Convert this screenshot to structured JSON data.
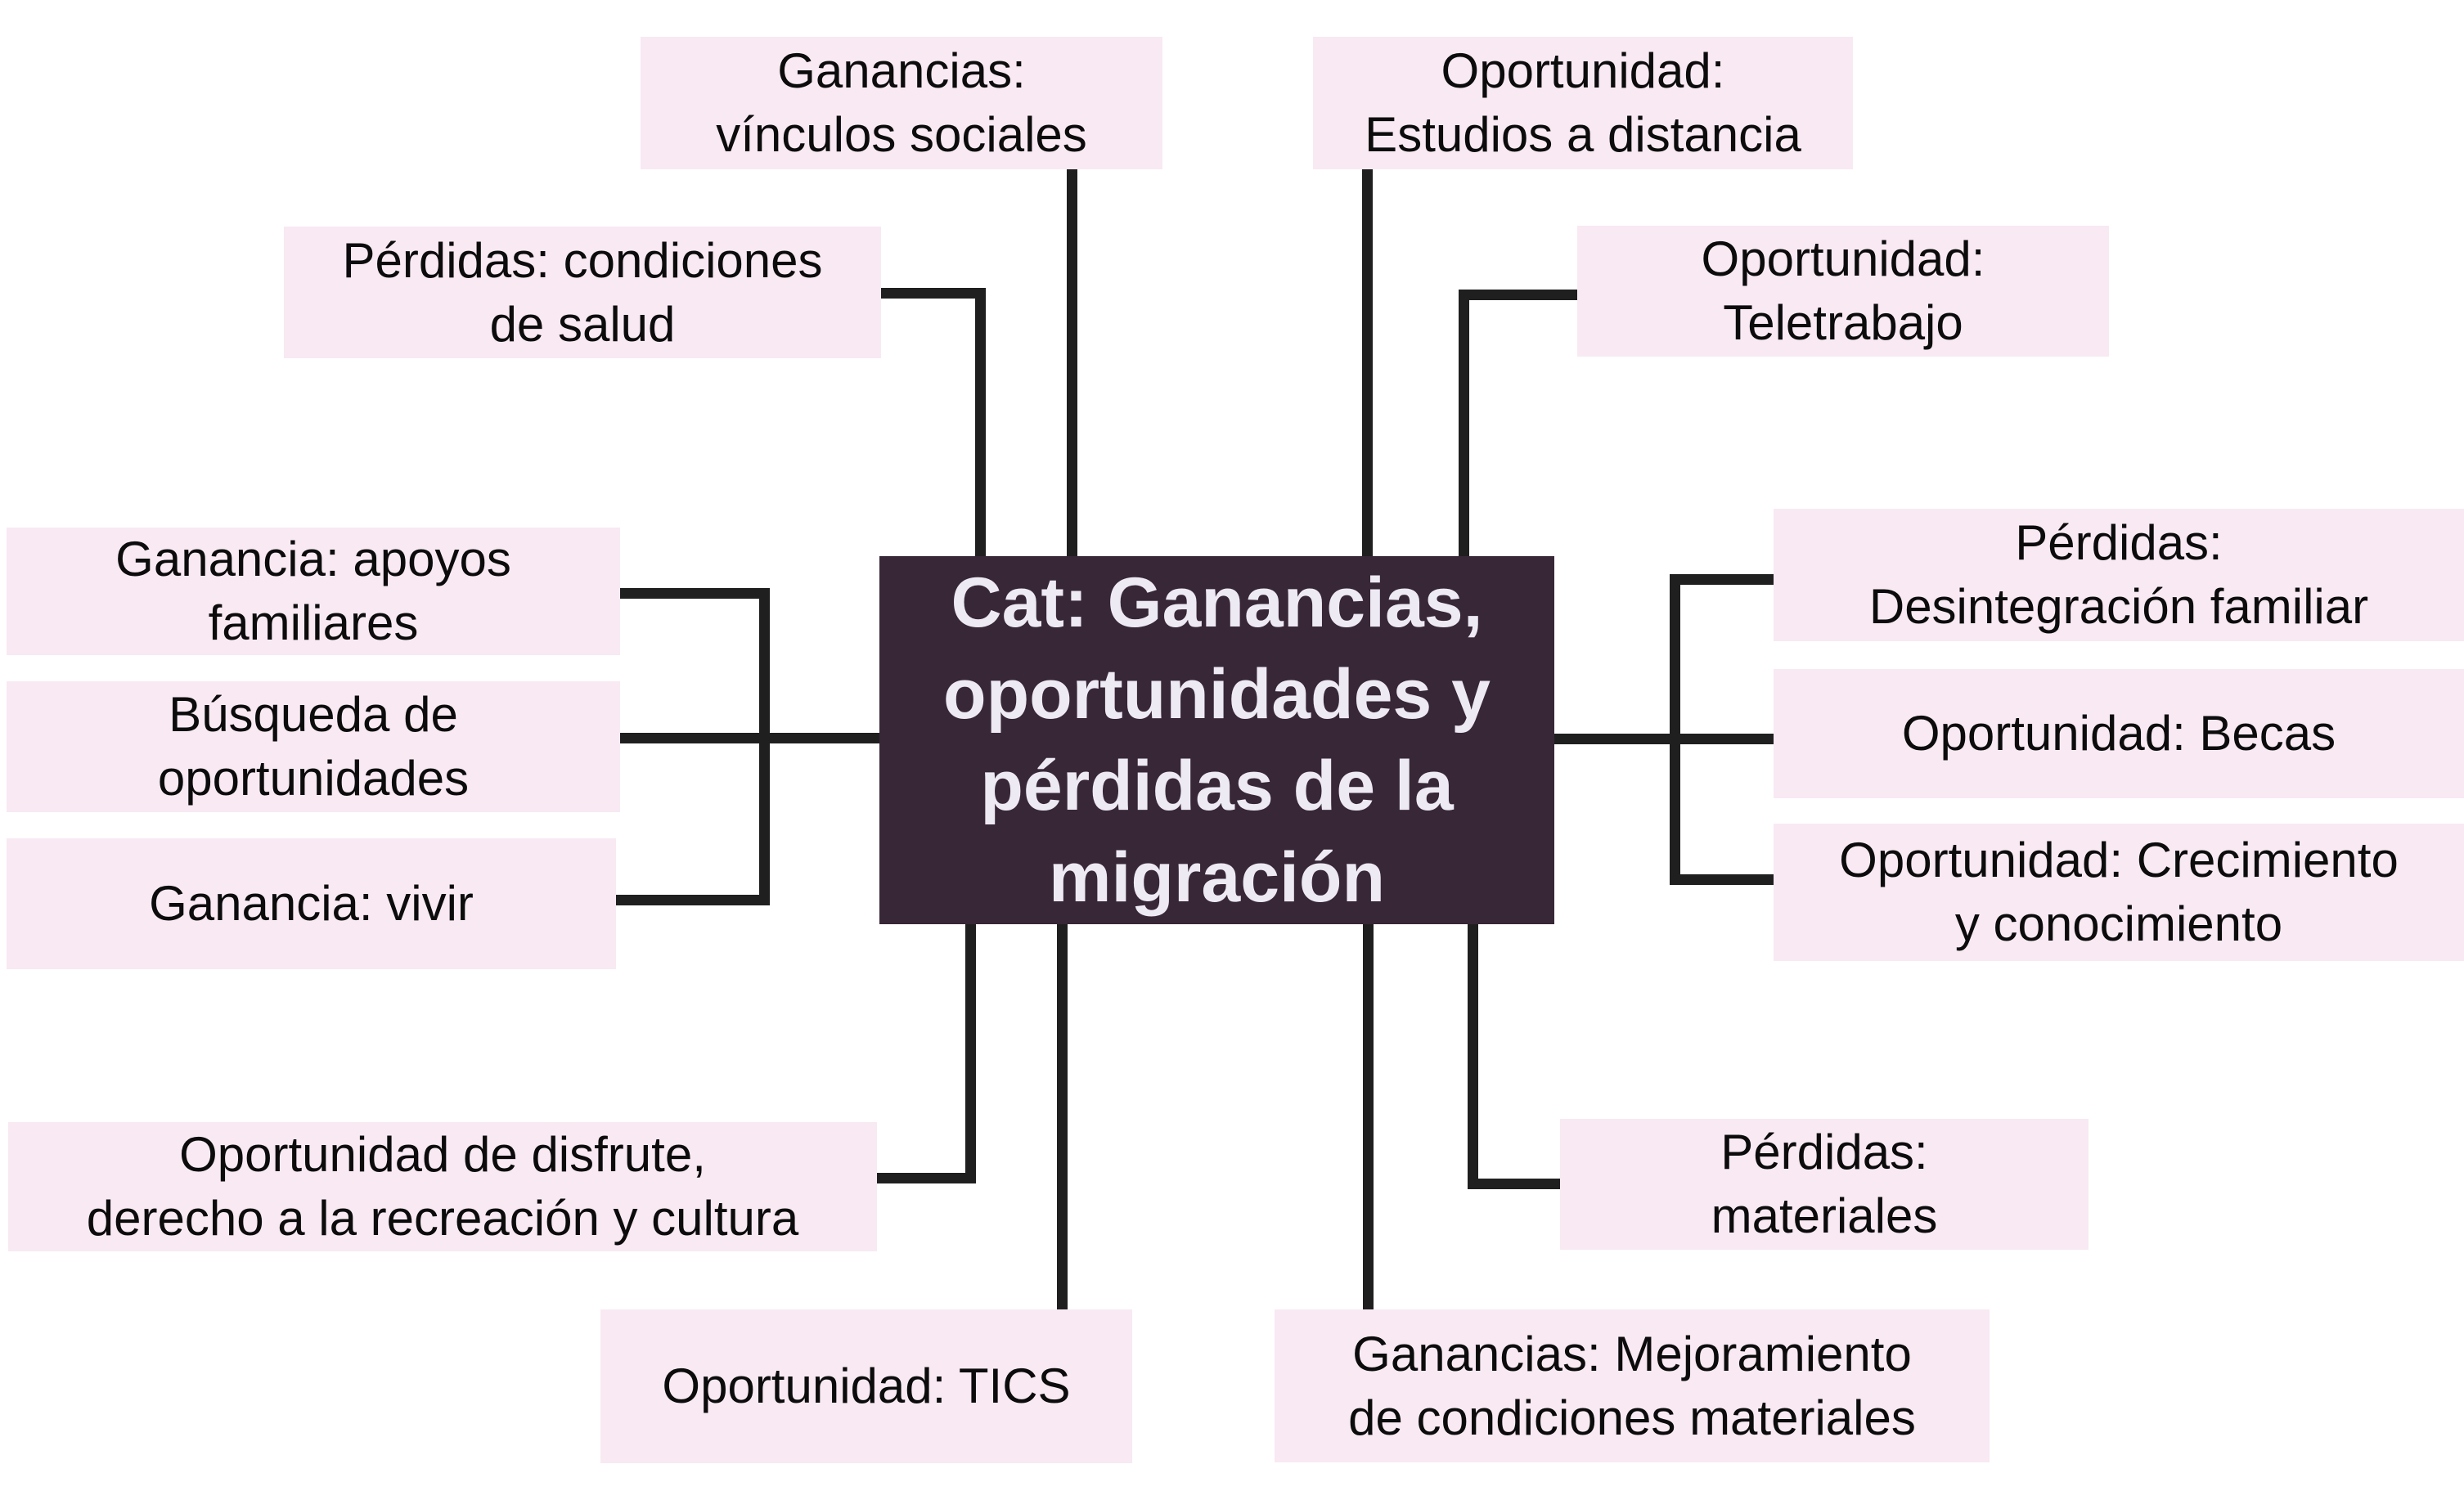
{
  "colors": {
    "node_fill": "#f8e9f3",
    "center_fill": "#382737",
    "center_text": "#edeaf4",
    "node_text": "#0c0c0c",
    "line_color": "#1f1f1f",
    "bg": "#ffffff"
  },
  "center": {
    "label": "Cat: Ganancias,\noportunidades y\npérdidas de la\nmigración"
  },
  "nodes": [
    {
      "id": "ganancias-vinculos-sociales",
      "label": "Ganancias:\nvínculos sociales"
    },
    {
      "id": "oportunidad-estudios-a-distancia",
      "label": "Oportunidad:\nEstudios a distancia"
    },
    {
      "id": "perdidas-condiciones-de-salud",
      "label": "Pérdidas: condiciones\nde salud"
    },
    {
      "id": "oportunidad-teletrabajo",
      "label": "Oportunidad:\nTeletrabajo"
    },
    {
      "id": "ganancia-apoyos-familiares",
      "label": "Ganancia: apoyos\nfamiliares"
    },
    {
      "id": "busqueda-de-oportunidades",
      "label": "Búsqueda de\noportunidades"
    },
    {
      "id": "ganancia-vivir",
      "label": "Ganancia: vivir"
    },
    {
      "id": "perdidas-desintegracion-familiar",
      "label": "Pérdidas:\nDesintegración familiar"
    },
    {
      "id": "oportunidad-becas",
      "label": "Oportunidad: Becas"
    },
    {
      "id": "oportunidad-crecimiento-y-conocimiento",
      "label": "Oportunidad: Crecimiento\ny conocimiento"
    },
    {
      "id": "oportunidad-disfrute-recreacion-cultura",
      "label": "Oportunidad de disfrute,\nderecho a la recreación y cultura"
    },
    {
      "id": "oportunidad-tics",
      "label": "Oportunidad: TICS"
    },
    {
      "id": "perdidas-materiales",
      "label": "Pérdidas:\nmateriales"
    },
    {
      "id": "ganancias-mejoramiento-condiciones-materiales",
      "label": "Ganancias: Mejoramiento\nde condiciones materiales"
    }
  ]
}
